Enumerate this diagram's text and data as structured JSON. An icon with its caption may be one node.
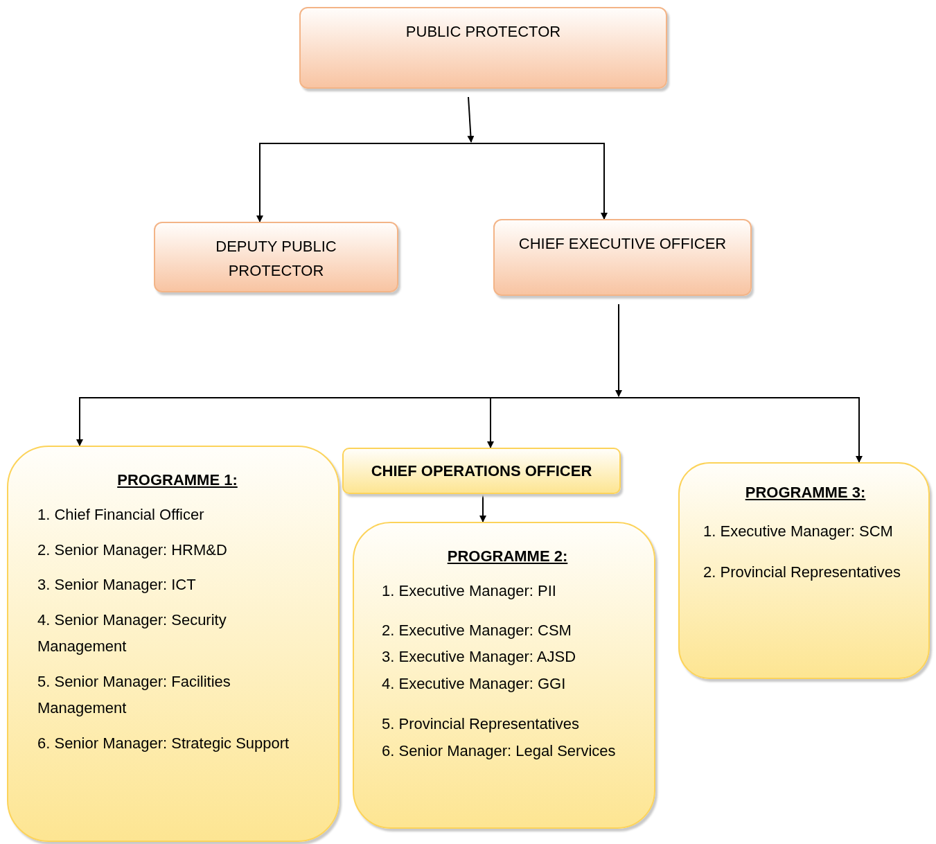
{
  "diagram": {
    "nodes": [
      {
        "text": [
          "PUBLIC PROTECTOR"
        ]
      },
      {
        "text": [
          "DEPUTY PUBLIC PROTECTOR"
        ]
      },
      {
        "text": [
          "CHIEF EXECUTIVE OFFICER"
        ]
      },
      {
        "text": [
          "PROGRAMME 1:",
          "1. Chief Financial Officer",
          "2. Senior Manager: HRM&D",
          "3. Senior Manager: ICT",
          "4. Senior Manager: Security Management",
          "5. Senior Manager: Facilities Management",
          "6. Senior Manager: Strategic Support"
        ]
      },
      {
        "text": [
          "CHIEF OPERATIONS OFFICER"
        ]
      },
      {
        "text": [
          "PROGRAMME 2:",
          "1. Executive Manager: PII",
          "2. Executive Manager: CSM",
          "3. Executive Manager: AJSD",
          "4. Executive Manager: GGI",
          "5. Provincial Representatives",
          "6. Senior Manager: Legal Services"
        ]
      },
      {
        "text": [
          "PROGRAMME 3:",
          "1. Executive Manager: SCM",
          "2. Provincial Representatives"
        ]
      }
    ],
    "edges": [
      {
        "from": 0,
        "to": 1,
        "arrow": "to"
      },
      {
        "from": 0,
        "to": 2,
        "arrow": "to"
      },
      {
        "from": 2,
        "to": 3,
        "arrow": "to"
      },
      {
        "from": 2,
        "to": 4,
        "arrow": "to"
      },
      {
        "from": 2,
        "to": 6,
        "arrow": "to"
      },
      {
        "from": 4,
        "to": 5,
        "arrow": "to"
      }
    ]
  }
}
